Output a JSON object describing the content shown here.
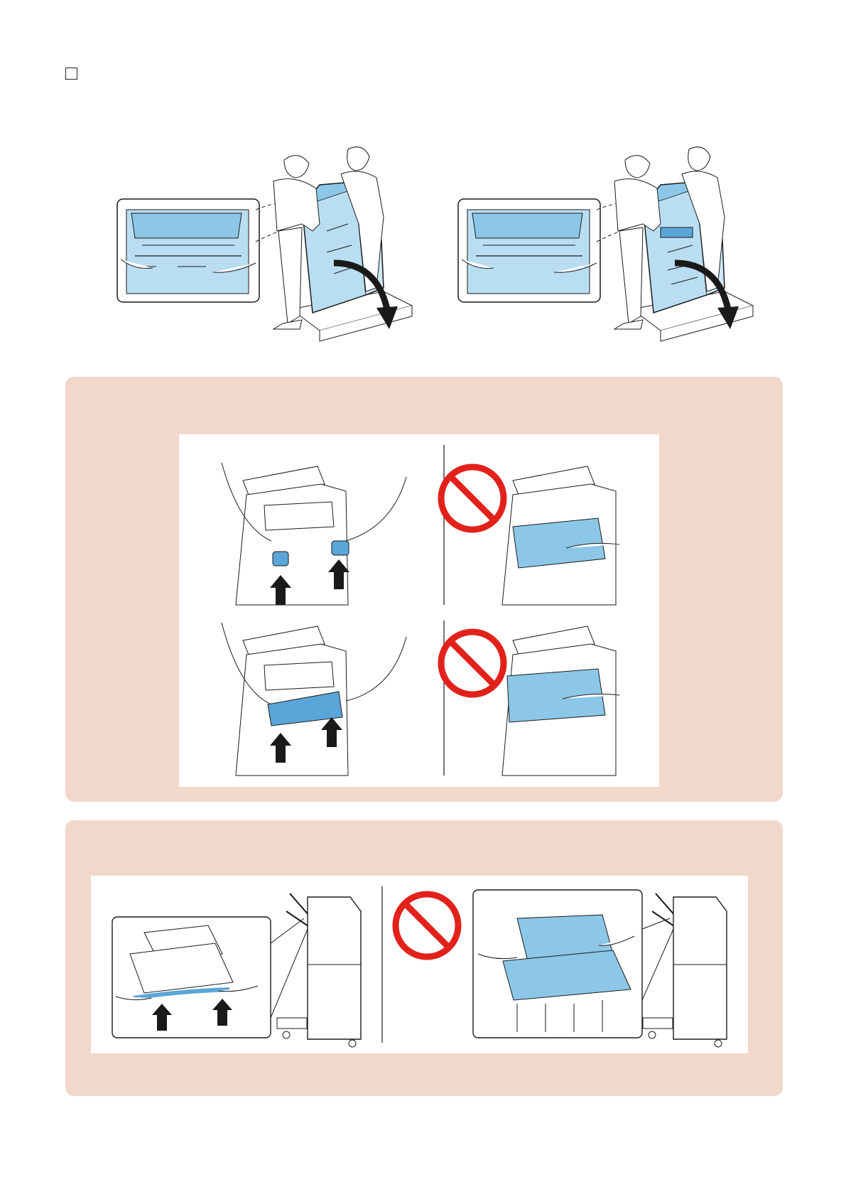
{
  "page": {
    "colors": {
      "panel": "#f2d8cb",
      "highlight": "#8cc7e8",
      "highlight_light": "#b9def2",
      "prohibit": "#e3211b",
      "line": "#1a1a1a"
    },
    "checkbox": {
      "checked": false
    }
  },
  "top_illustrations": [
    {
      "name": "lift-step-1",
      "icon": "arrow-curved-down-icon"
    },
    {
      "name": "lift-step-2",
      "icon": "arrow-curved-down-icon"
    }
  ],
  "panel_1": {
    "items": [
      {
        "kind": "correct",
        "marks": [
          "arrow-up-icon",
          "arrow-up-icon"
        ]
      },
      {
        "kind": "prohibited",
        "marks": [
          "prohibit-icon"
        ]
      },
      {
        "kind": "correct",
        "marks": [
          "arrow-up-icon",
          "arrow-up-icon"
        ]
      },
      {
        "kind": "prohibited",
        "marks": [
          "prohibit-icon"
        ]
      }
    ]
  },
  "panel_2": {
    "items": [
      {
        "kind": "correct",
        "marks": [
          "arrow-up-icon",
          "arrow-up-icon"
        ]
      },
      {
        "kind": "prohibited",
        "marks": [
          "prohibit-icon"
        ]
      }
    ]
  }
}
